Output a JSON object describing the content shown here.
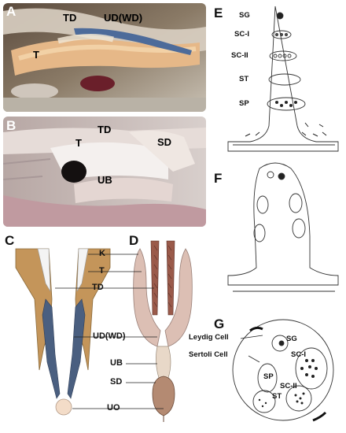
{
  "panels": {
    "A": {
      "letter": "A",
      "labels": {
        "td": "TD",
        "ud_wd": "UD(WD)",
        "t": "T"
      }
    },
    "B": {
      "letter": "B",
      "labels": {
        "td": "TD",
        "t": "T",
        "sd": "SD",
        "ub": "UB"
      }
    },
    "C": {
      "letter": "C"
    },
    "D": {
      "letter": "D",
      "labels": {
        "k": "K",
        "t": "T",
        "td": "TD",
        "ud_wd": "UD(WD)",
        "ub": "UB",
        "sd": "SD",
        "uo": "UO"
      }
    },
    "E": {
      "letter": "E",
      "labels": {
        "sg": "SG",
        "sc1": "SC-I",
        "sc2": "SC-II",
        "st": "ST",
        "sp": "SP"
      }
    },
    "F": {
      "letter": "F"
    },
    "G": {
      "letter": "G",
      "labels": {
        "leydig": "Leydig Cell",
        "sertoli": "Sertoli Cell",
        "sg": "SG",
        "sc1": "SC-I",
        "sp": "SP",
        "sc2": "SC-II",
        "st": "ST"
      }
    }
  },
  "colors": {
    "tan": "#c4955a",
    "blue": "#4a5f80",
    "pink": "#dcbfb4",
    "brown": "#9a5a4a",
    "seminal": "#e8d8c8"
  }
}
